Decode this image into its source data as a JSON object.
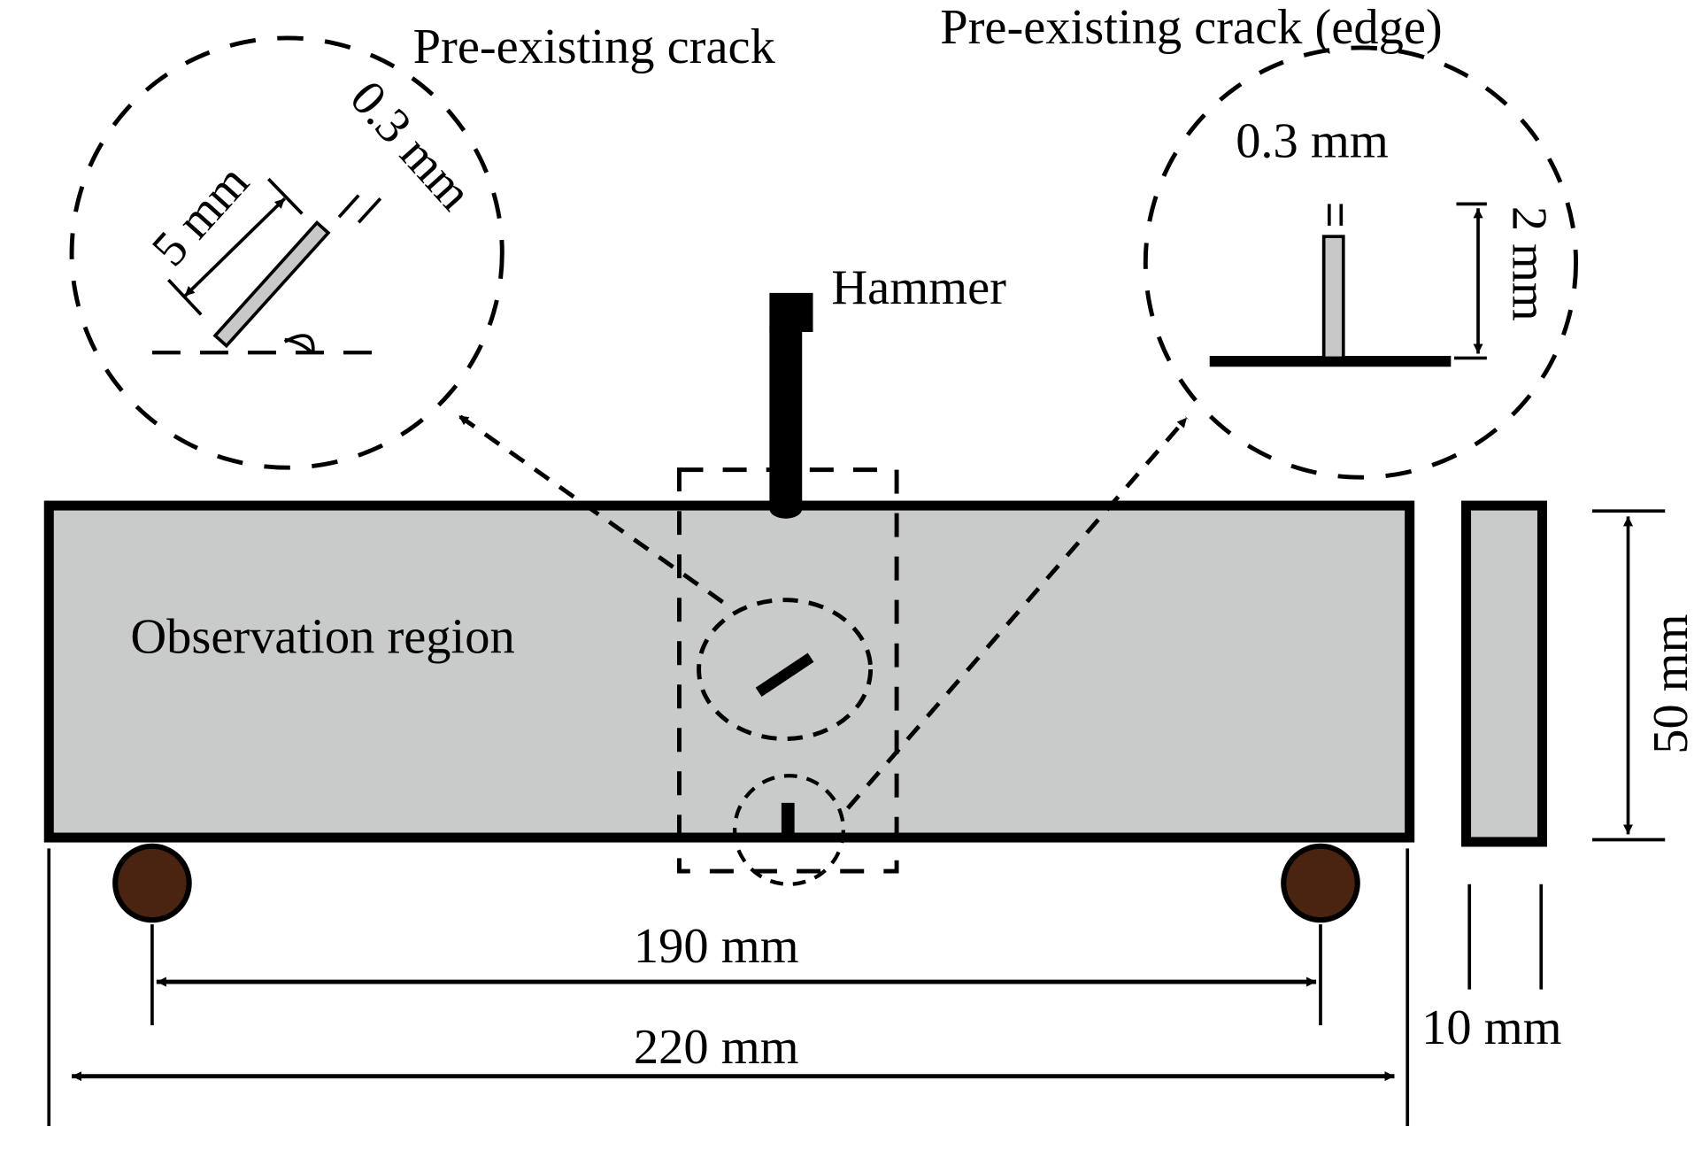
{
  "labels": {
    "pre_existing_crack": "Pre-existing crack",
    "pre_existing_crack_edge": "Pre-existing crack (edge)",
    "hammer": "Hammer",
    "observation_region": "Observation region"
  },
  "dimensions": {
    "crack_length": "5 mm",
    "crack_width": "0.3 mm",
    "edge_crack_width": "0.3 mm",
    "edge_crack_depth": "2 mm",
    "beam_height": "50 mm",
    "beam_thickness": "10 mm",
    "support_span": "190 mm",
    "beam_length": "220 mm"
  },
  "colors": {
    "beam_fill": "#c9cbca",
    "crack_fill": "#c8c8c8",
    "support_fill": "#4a2410",
    "stroke": "#000000"
  }
}
